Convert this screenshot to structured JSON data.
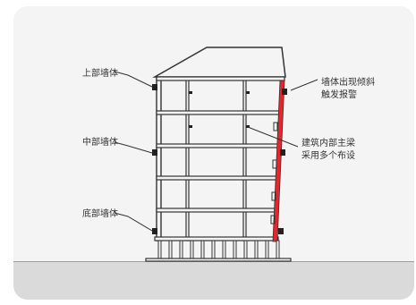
{
  "labels": {
    "upper_wall": "上部墙体",
    "middle_wall": "中部墙体",
    "bottom_wall": "底部墙体",
    "tilt_warning_line1": "墙体出现倾斜",
    "tilt_warning_line2": "触发报警",
    "beam_sensors_line1": "建筑内部主梁",
    "beam_sensors_line2": "采用多个布设"
  },
  "colors": {
    "structure": "#333333",
    "roof_fill": "#f4f4f4",
    "tilted_wall": "#e8242c",
    "sensor": "#222222",
    "ground": "#dadada"
  },
  "icons": [
    "wall-sensor-icon",
    "beam-sensor-icon"
  ]
}
